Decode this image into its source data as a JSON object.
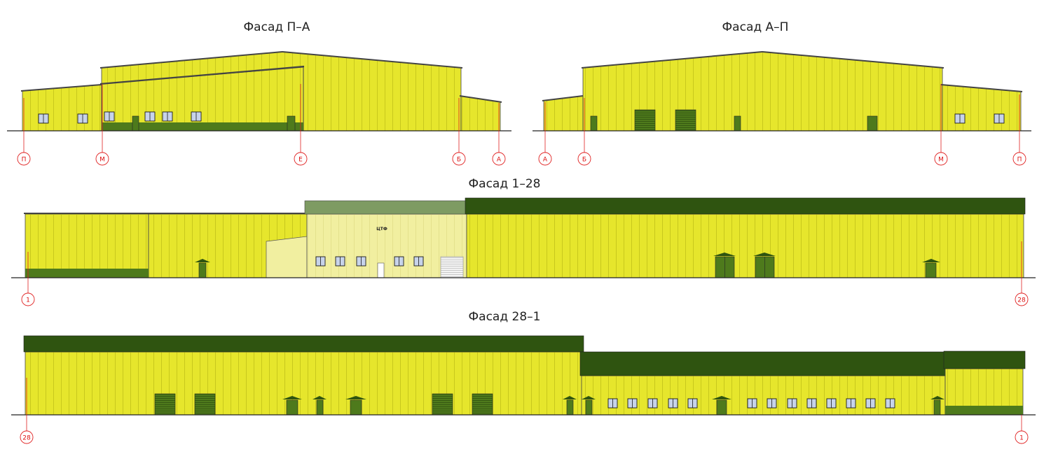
{
  "colors": {
    "wall": "#e6e62c",
    "wall_light": "#f1efa0",
    "plinth": "#4e7a1c",
    "roof_dark": "#2f5410",
    "roof_light": "#7e9b63",
    "axis": "#e02020",
    "window_frame": "#1a1a1a",
    "window_glass": "#c7d3ea"
  },
  "facades": [
    {
      "id": "p-a",
      "title": "Фасад П–А",
      "axes": [
        "П",
        "М",
        "Е",
        "Б",
        "А"
      ]
    },
    {
      "id": "a-p",
      "title": "Фасад А–П",
      "axes": [
        "А",
        "Б",
        "М",
        "П"
      ]
    },
    {
      "id": "1-28",
      "title": "Фасад 1–28",
      "axes": [
        "1",
        "28"
      ],
      "room_label": "ЦТФ"
    },
    {
      "id": "28-1",
      "title": "Фасад 28–1",
      "axes": [
        "28",
        "1"
      ]
    }
  ]
}
